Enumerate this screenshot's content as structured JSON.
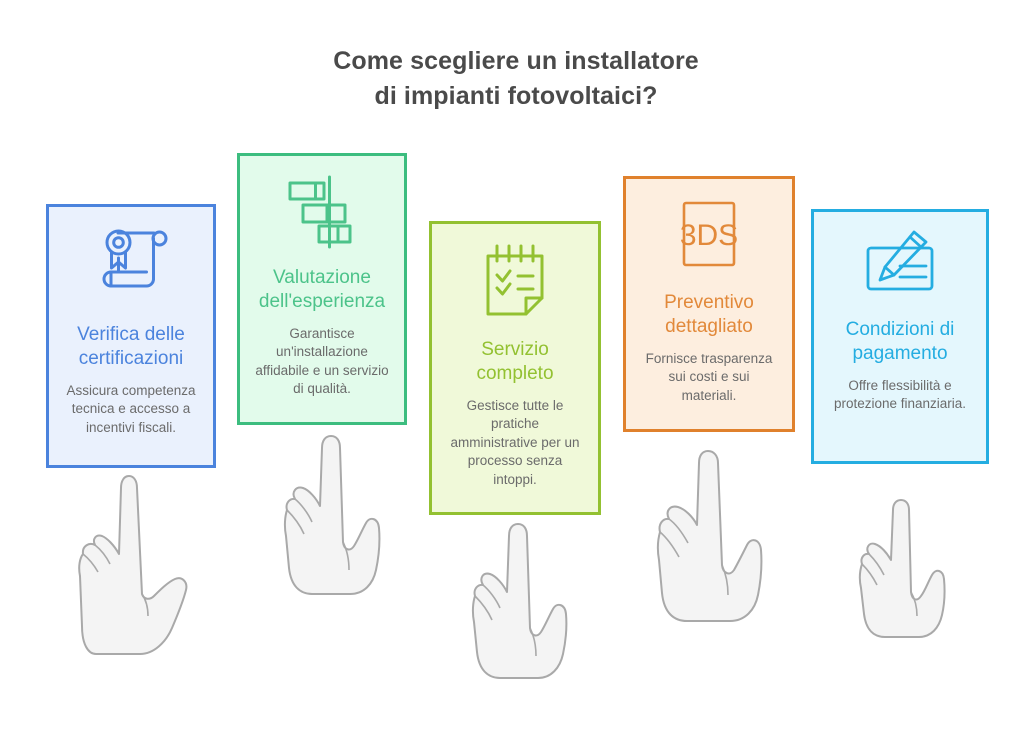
{
  "title": {
    "line1": "Come scegliere un installatore",
    "line2": "di impianti fotovoltaici?",
    "color": "#4a4a4a"
  },
  "cards": [
    {
      "id": "verifica-delle-certificazioni",
      "icon": "certificate-scroll-icon",
      "title": "Verifica delle certificazioni",
      "description": "Assicura competenza tecnica e accesso a incentivi fiscali.",
      "border_color": "#4b83dd",
      "fill_color": "#eaf1fd",
      "accent_color": "#4b83dd",
      "title_color": "#4b83dd",
      "desc_color": "#6b6b6b"
    },
    {
      "id": "valutazione-dell-esperienza",
      "icon": "gantt-chart-icon",
      "title": "Valutazione dell'esperienza",
      "description": "Garantisce un'installazione affidabile e un servizio di qualità.",
      "border_color": "#3cbd7f",
      "fill_color": "#e2fbeb",
      "accent_color": "#4cc38a",
      "title_color": "#4cc38a",
      "desc_color": "#6b6b6b"
    },
    {
      "id": "servizio-completo",
      "icon": "checklist-notepad-icon",
      "title": "Servizio completo",
      "description": "Gestisce tutte le pratiche amministrative per un processo senza intoppi.",
      "border_color": "#93c131",
      "fill_color": "#f0f9d9",
      "accent_color": "#93c131",
      "title_color": "#93c131",
      "desc_color": "#6b6b6b"
    },
    {
      "id": "preventivo-dettagliato",
      "icon": "3ds-box-icon",
      "title": "Preventivo dettagliato",
      "description": "Fornisce trasparenza sui costi e sui materiali.",
      "border_color": "#e0812c",
      "fill_color": "#fdeedf",
      "accent_color": "#e2893a",
      "title_color": "#e2893a",
      "desc_color": "#6b6b6b",
      "icon_text": "3DS"
    },
    {
      "id": "condizioni-di-pagamento",
      "icon": "cheque-pen-icon",
      "title": "Condizioni di pagamento",
      "description": "Offre flessibilità e protezione finanziaria.",
      "border_color": "#24ade1",
      "fill_color": "#e4f7fd",
      "accent_color": "#24ade1",
      "title_color": "#24ade1",
      "desc_color": "#6b6b6b"
    }
  ],
  "hands": {
    "icon": "pointing-hand-icon",
    "count": 5,
    "fill_color": "#f4f4f4",
    "stroke_color": "#a9a9a9"
  },
  "background_color": "#ffffff"
}
